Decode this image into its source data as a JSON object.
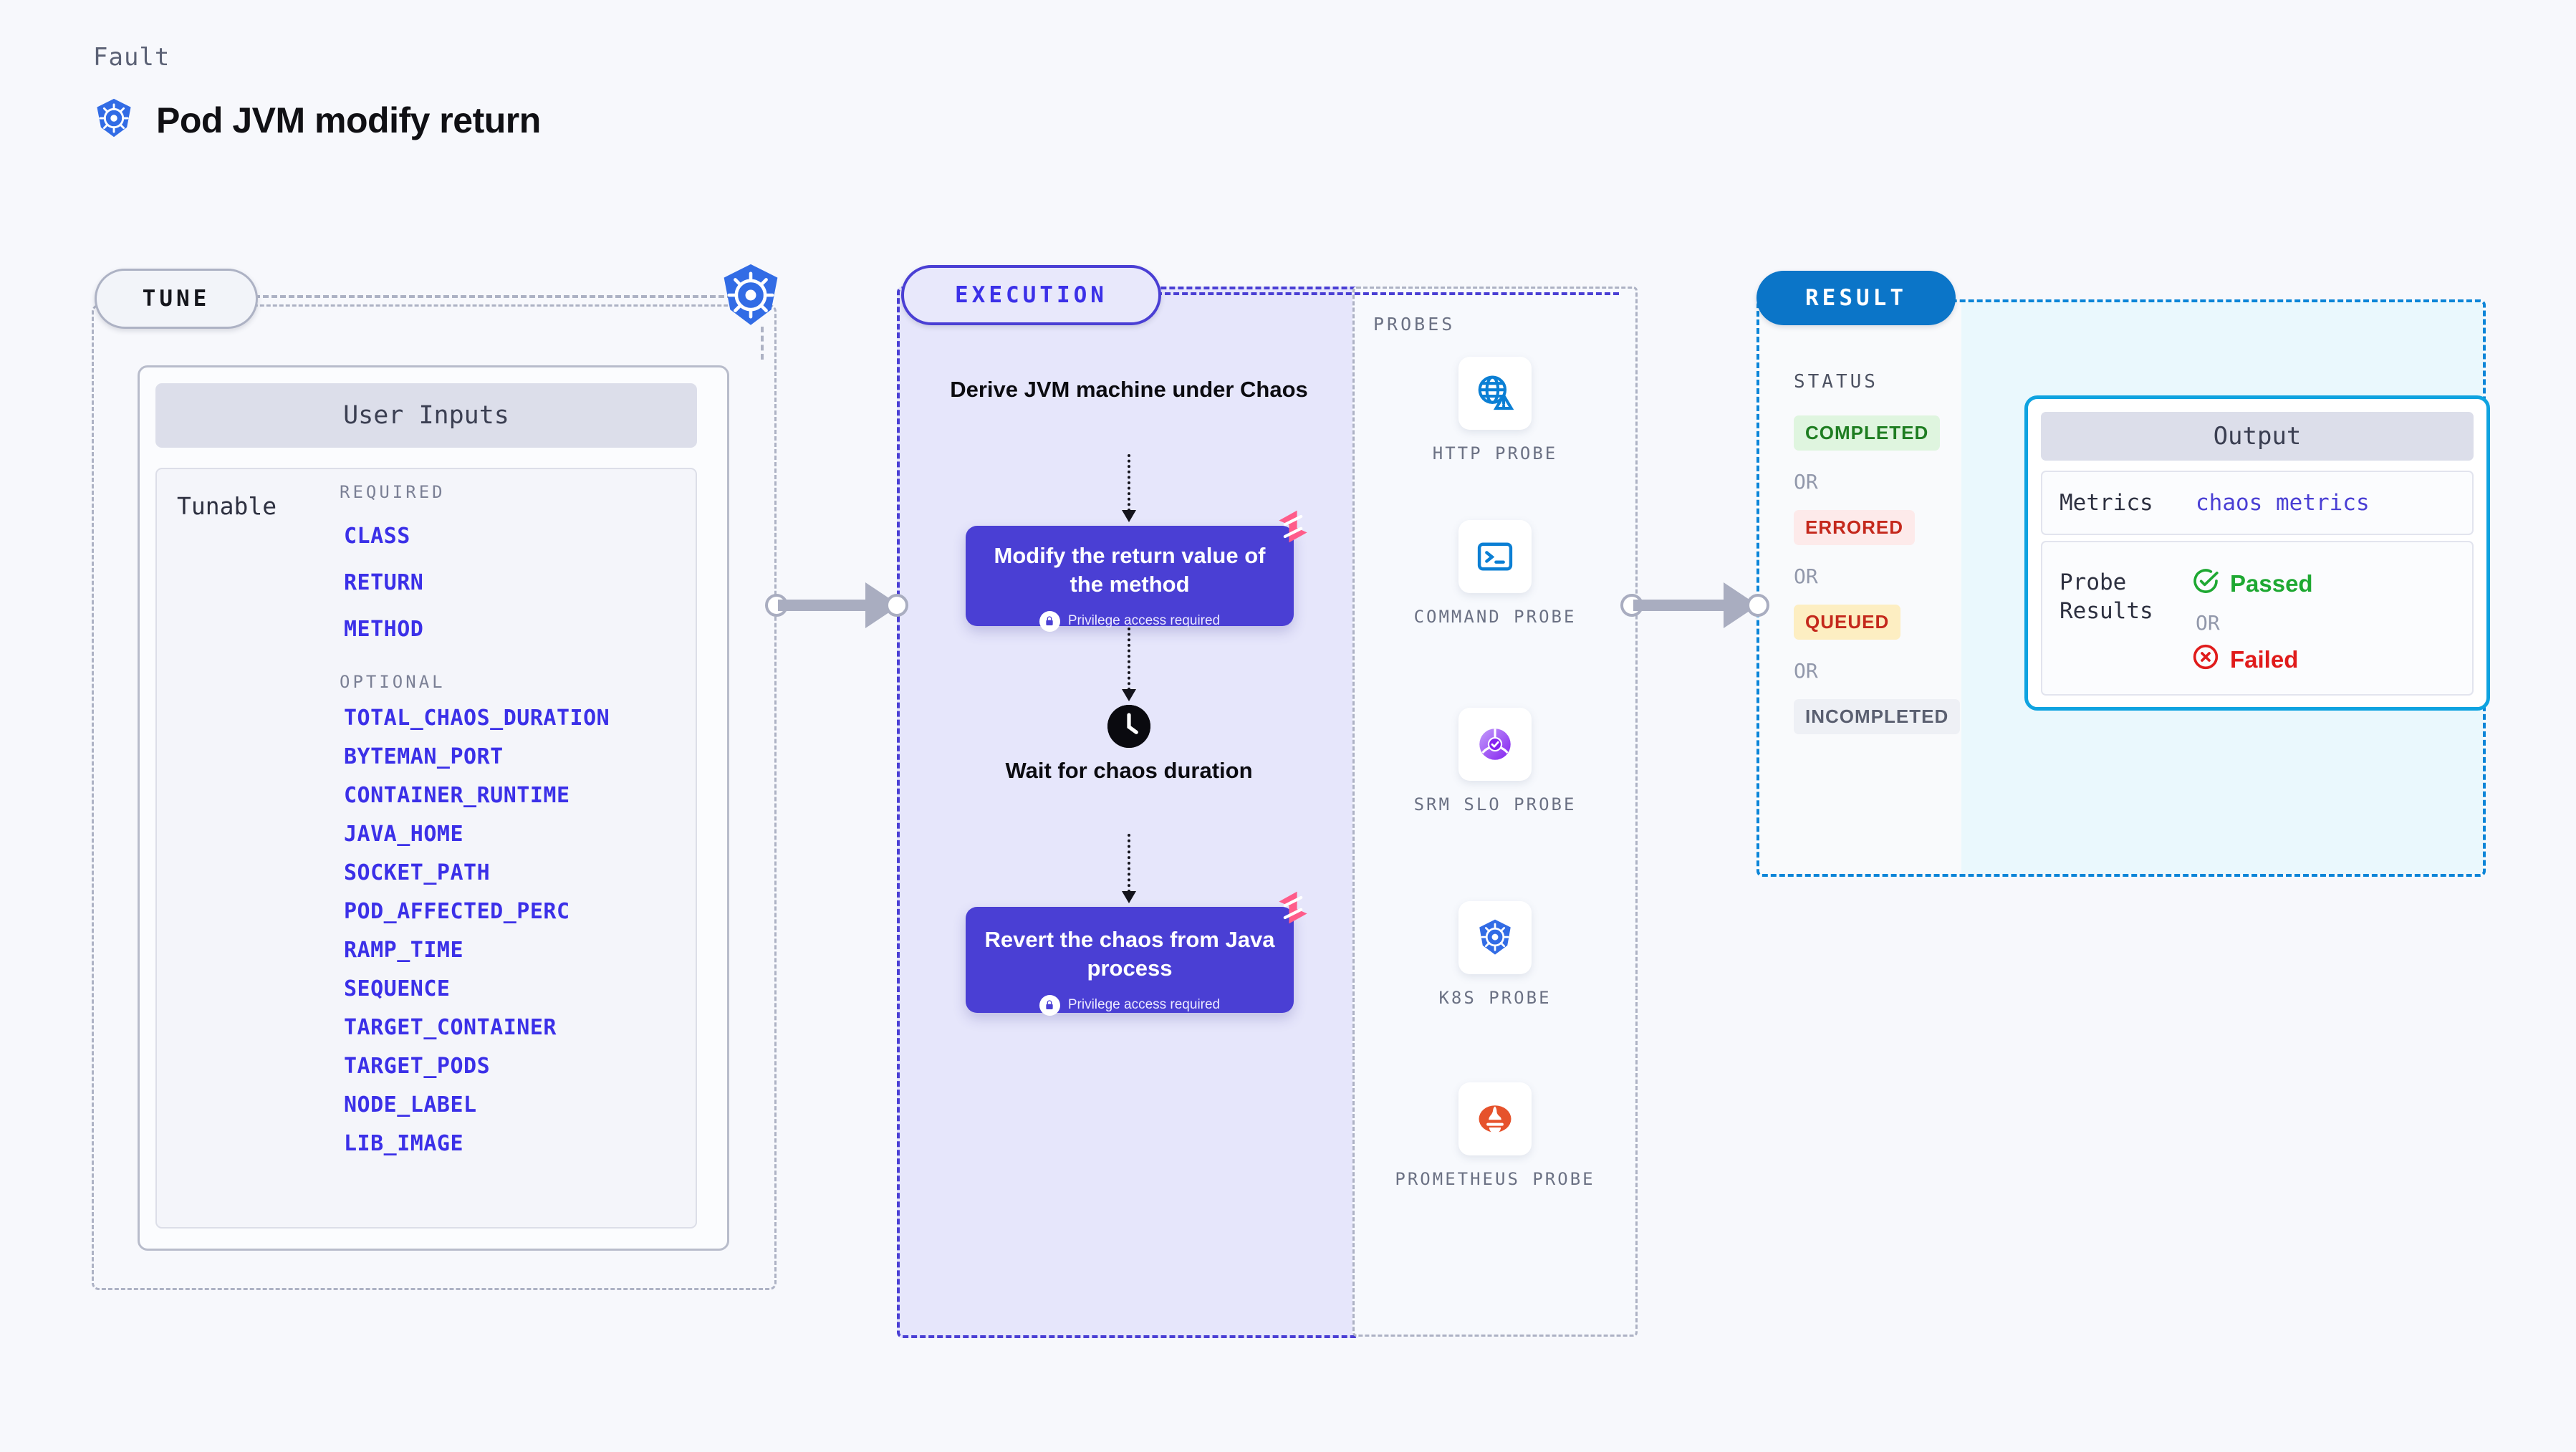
{
  "header": {
    "kicker": "Fault",
    "title": "Pod JVM modify return",
    "icon": "kubernetes-icon"
  },
  "tune": {
    "pill_label": "TUNE",
    "connector_icon": "kubernetes-icon",
    "card_title": "User Inputs",
    "tunable_label": "Tunable",
    "required_label": "REQUIRED",
    "required": [
      "CLASS",
      "RETURN",
      "METHOD"
    ],
    "optional_label": "OPTIONAL",
    "optional": [
      "TOTAL_CHAOS_DURATION",
      "BYTEMAN_PORT",
      "CONTAINER_RUNTIME",
      "JAVA_HOME",
      "SOCKET_PATH",
      "POD_AFFECTED_PERC",
      "RAMP_TIME",
      "SEQUENCE",
      "TARGET_CONTAINER",
      "TARGET_PODS",
      "NODE_LABEL",
      "LIB_IMAGE"
    ]
  },
  "execution": {
    "pill_label": "EXECUTION",
    "steps": [
      {
        "kind": "text",
        "label": "Derive JVM machine under Chaos"
      },
      {
        "kind": "action",
        "label": "Modify the return value of the method",
        "note": "Privilege access required",
        "note_icon": "lock-icon",
        "badge_icon": "harness-icon"
      },
      {
        "kind": "wait",
        "label": "Wait for chaos duration",
        "icon": "clock-icon"
      },
      {
        "kind": "action",
        "label": "Revert the chaos from Java process",
        "note": "Privilege access required",
        "note_icon": "lock-icon",
        "badge_icon": "harness-icon"
      }
    ]
  },
  "probes": {
    "label": "PROBES",
    "items": [
      {
        "name": "HTTP PROBE",
        "icon": "globe-warning-icon"
      },
      {
        "name": "COMMAND PROBE",
        "icon": "terminal-icon"
      },
      {
        "name": "SRM SLO PROBE",
        "icon": "slo-gauge-icon"
      },
      {
        "name": "K8S PROBE",
        "icon": "kubernetes-icon"
      },
      {
        "name": "PROMETHEUS PROBE",
        "icon": "prometheus-icon"
      }
    ]
  },
  "result": {
    "pill_label": "RESULT",
    "status_label": "STATUS",
    "or_label": "OR",
    "statuses": [
      {
        "label": "COMPLETED",
        "fg": "#1e7d21",
        "bg": "#dff5df"
      },
      {
        "label": "ERRORED",
        "fg": "#c4281c",
        "bg": "#fdeaea"
      },
      {
        "label": "QUEUED",
        "fg": "#c4281c",
        "bg": "#fdeec2"
      },
      {
        "label": "INCOMPLETED",
        "fg": "#5a5f70",
        "bg": "#eef0f5"
      }
    ],
    "output": {
      "title": "Output",
      "metrics_key": "Metrics",
      "metrics_value": "chaos metrics",
      "probe_key": "Probe Results",
      "passed_label": "Passed",
      "failed_label": "Failed",
      "or_label": "OR",
      "passed_icon": "check-circle-icon",
      "failed_icon": "x-circle-icon"
    }
  },
  "colors": {
    "accent_purple": "#4a3fd4",
    "accent_blue": "#0b75c8",
    "param_blue": "#3b30e8",
    "harness_pink": "#ff5c8a",
    "pass_green": "#1ea832",
    "fail_red": "#e01b1b",
    "k8s_blue": "#326ce5",
    "prometheus_orange": "#e6522c"
  }
}
